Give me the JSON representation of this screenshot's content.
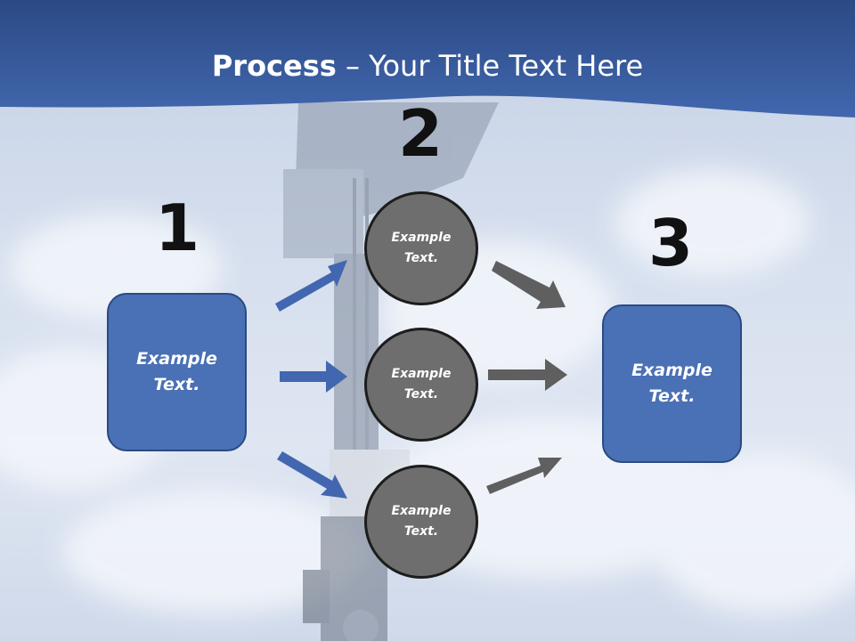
{
  "title": {
    "bold": "Process",
    "rest": " – Your Title Text Here"
  },
  "steps": {
    "one": "1",
    "two": "2",
    "three": "3"
  },
  "left_box": {
    "line1": "Example",
    "line2": "Text."
  },
  "right_box": {
    "line1": "Example",
    "line2": "Text."
  },
  "circles": [
    {
      "line1": "Example",
      "line2": "Text."
    },
    {
      "line1": "Example",
      "line2": "Text."
    },
    {
      "line1": "Example",
      "line2": "Text."
    }
  ],
  "colors": {
    "banner": "#3a5f9e",
    "box": "#4a70b5",
    "circle": "#6e6e6e",
    "blue_arrow": "#4267b0",
    "gray_arrow": "#5f5f5f"
  }
}
